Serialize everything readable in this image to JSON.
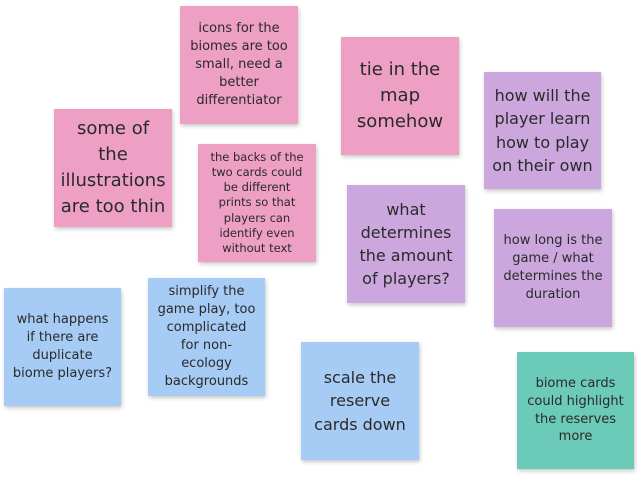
{
  "board": {
    "notes": [
      {
        "id": "n1",
        "text": "icons for the biomes are too small, need a better differentiator",
        "color": "#ee9fc4"
      },
      {
        "id": "n2",
        "text": "tie in the map somehow",
        "color": "#ee9fc4"
      },
      {
        "id": "n3",
        "text": "how will the player learn how to play on their own",
        "color": "#cba7dd"
      },
      {
        "id": "n4",
        "text": "some of the illustrations are too thin",
        "color": "#ee9fc4"
      },
      {
        "id": "n5",
        "text": "the backs of the two cards could be different prints so that players can identify even without text",
        "color": "#ee9fc4"
      },
      {
        "id": "n6",
        "text": "what determines the amount of players?",
        "color": "#cba7dd"
      },
      {
        "id": "n7",
        "text": "how long is the game / what determines the duration",
        "color": "#cba7dd"
      },
      {
        "id": "n8",
        "text": "what happens if there are duplicate biome players?",
        "color": "#a6cbf4"
      },
      {
        "id": "n9",
        "text": "simplify the game play, too complicated for non-ecology backgrounds",
        "color": "#a6cbf4"
      },
      {
        "id": "n10",
        "text": "scale the reserve cards down",
        "color": "#a6cbf4"
      },
      {
        "id": "n11",
        "text": "biome cards could highlight the reserves more",
        "color": "#6ccab8"
      }
    ]
  }
}
